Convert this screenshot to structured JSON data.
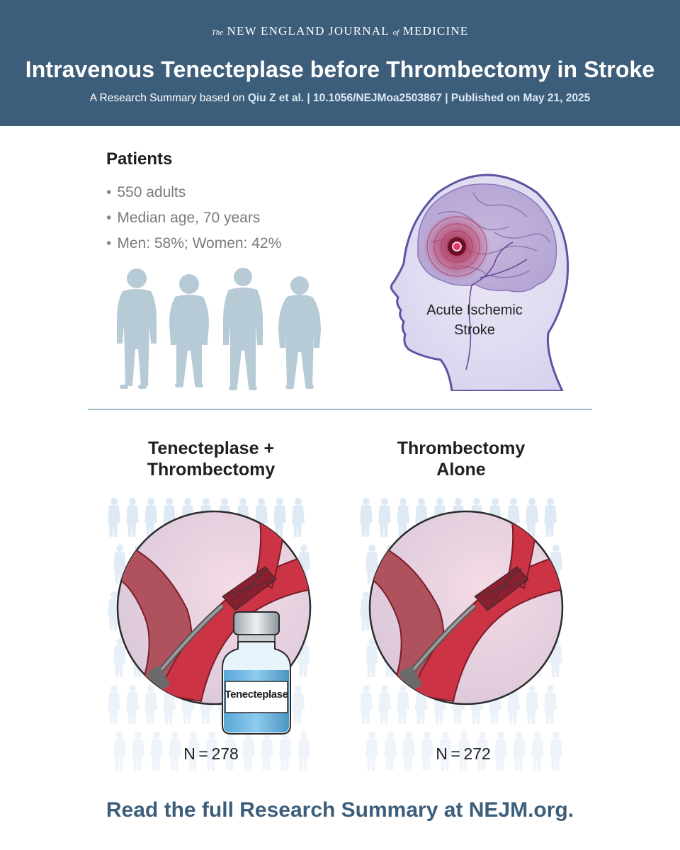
{
  "header": {
    "masthead_the": "The",
    "masthead_1": "NEW ENGLAND JOURNAL",
    "masthead_of": "of",
    "masthead_2": "MEDICINE",
    "title": "Intravenous Tenecteplase before Thrombectomy in Stroke",
    "subtitle_prefix": "A Research Summary based on ",
    "subtitle_author": "Qiu Z et al.",
    "subtitle_sep1": " | ",
    "subtitle_doi": "10.1056/NEJMoa2503867",
    "subtitle_sep2": " | ",
    "subtitle_published": "Published on May 21, 2025"
  },
  "patients": {
    "heading": "Patients",
    "items": [
      "550 adults",
      "Median age, 70 years",
      "Men: 58%; Women: 42%"
    ]
  },
  "brain": {
    "label_line1": "Acute Ischemic",
    "label_line2": "Stroke"
  },
  "arms": [
    {
      "title_line1": "Tenecteplase +",
      "title_line2": "Thrombectomy",
      "n": "N = 278"
    },
    {
      "title_line1": "Thrombectomy",
      "title_line2": "Alone",
      "n": "N = 272"
    }
  ],
  "vial": {
    "label": "Tenecteplase"
  },
  "footer": {
    "text": "Read the full Research Summary at NEJM.org."
  },
  "colors": {
    "header_bg": "#3d5e7a",
    "silhouette": "#b7cbd6",
    "crowd": "#dce8f4",
    "vessel": "#c8283a",
    "footer_text": "#3d5e7a"
  }
}
